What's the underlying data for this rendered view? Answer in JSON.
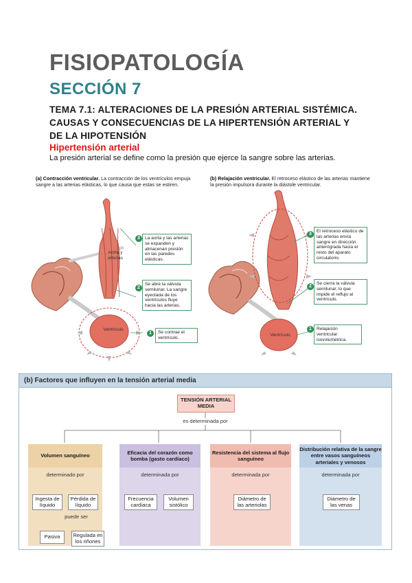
{
  "header": {
    "title": "FISIOPATOLOGÍA",
    "section": "SECCIÓN 7",
    "topic": "TEMA 7.1: ALTERACIONES DE LA PRESIÓN ARTERIAL SISTÉMICA. CAUSAS Y CONSECUENCIAS DE LA HIPERTENSIÓN ARTERIAL Y DE LA HIPOTENSIÓN",
    "subheading": "Hipertensión arterial",
    "intro": "La presión arterial se define como la presión que ejerce la sangre sobre las arterias."
  },
  "figure_a": {
    "caption_bold": "(a) Contracción ventricular.",
    "caption_text": "La contracción de los ventrículos empuja sangre a las arterias elásticas, lo que causa que estas se estiren.",
    "label_aorta": "Aorta y arterias",
    "label_ventricle": "Ventrículo",
    "step1": "Se contrae el ventrículo.",
    "step2": "Se abre la válvula semilunar. La sangre eyectada de los ventrículos fluye hacia las arterias.",
    "step3": "La aorta y las arterias se expanden y almacenan presión en las paredes elásticas.",
    "n1": "1",
    "n2": "2",
    "n3": "3"
  },
  "figure_b": {
    "caption_bold": "(b) Relajación ventricular.",
    "caption_text": "El retroceso elástico de las arterias mantiene la presión impulsora durante la diástole ventricular.",
    "label_ventricle": "Ventrículo",
    "step1": "Relajación ventricular isovolumétrica.",
    "step2": "Se cierra la válvula semilunar, lo que impide el reflujo al ventrículo.",
    "step3": "El retroceso elástico de las arterias envía sangre en dirección anterógrada hacia el resto del aparato circulatorio.",
    "n1": "1",
    "n2": "2",
    "n3": "3"
  },
  "factors": {
    "title": "(b) Factores que influyen en la tensión arterial media",
    "root": "TENSIÓN ARTERIAL MEDIA",
    "determined_by": "es determinada por",
    "columns": [
      {
        "head": "Volumen sanguíneo",
        "det": "determinado por",
        "children": [
          "Ingesta de líquido",
          "Pérdida de líquido"
        ],
        "can_be": "puede ser",
        "grandchildren": [
          "Pasiva",
          "Regulada en los riñones"
        ]
      },
      {
        "head": "Eficacia del corazón como bomba (gasto cardíaco)",
        "det": "determinada por",
        "children": [
          "Frecuencia cardíaca",
          "Volumen sistólico"
        ]
      },
      {
        "head": "Resistencia del sistema al flujo sanguíneo",
        "det": "determinada por",
        "children": [
          "Diámetro de las arteriolas"
        ]
      },
      {
        "head": "Distribución relativa de la sangre entre vasos sanguíneos arteriales y venosos",
        "det": "determinada por",
        "children": [
          "Diámetro de las venas"
        ]
      }
    ]
  },
  "colors": {
    "title_gray": "#5c5c5c",
    "section_teal": "#2f7f8c",
    "subheading_red": "#e01515",
    "col1": "#f2dfc0",
    "col2": "#ddd5ea",
    "col3": "#f6d4cc",
    "col4": "#d3e0ee"
  }
}
